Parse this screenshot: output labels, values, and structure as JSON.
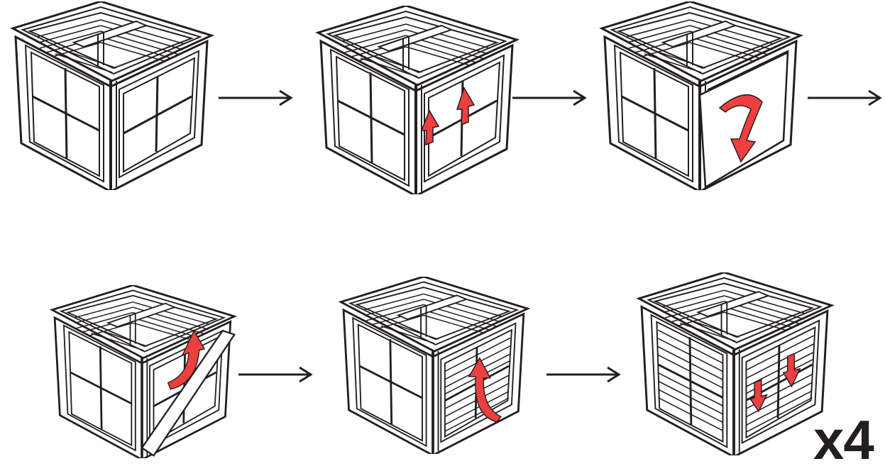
{
  "title": "",
  "colors": {
    "line": "#231f20",
    "accent_arrow": "#ee3f3f"
  },
  "steps": [
    {
      "id": 1,
      "action": "none",
      "icon": "planter-box-icon"
    },
    {
      "id": 2,
      "action": "arrows-up",
      "icon": "planter-box-icon"
    },
    {
      "id": 3,
      "action": "curved-arrow-down",
      "icon": "planter-box-icon"
    },
    {
      "id": 4,
      "action": "curved-arrow-up",
      "icon": "planter-box-icon"
    },
    {
      "id": 5,
      "action": "curved-arrow-up",
      "icon": "planter-box-icon"
    },
    {
      "id": 6,
      "action": "arrows-down",
      "icon": "planter-box-icon"
    }
  ],
  "multiplier_label": "x4"
}
